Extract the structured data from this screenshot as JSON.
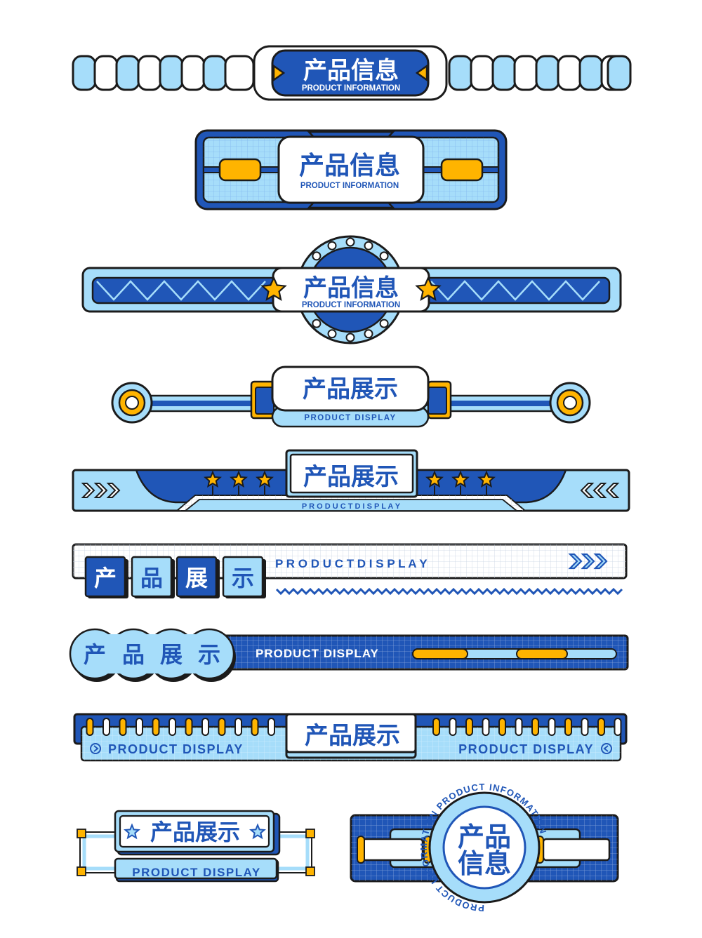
{
  "colors": {
    "dark_blue": "#2056b7",
    "light_blue": "#a6ddfa",
    "pale_blue": "#cfeefc",
    "yellow": "#ffb400",
    "outline": "#1b1b1b",
    "white": "#ffffff"
  },
  "banners": [
    {
      "title": "产品信息",
      "subtitle": "PRODUCT INFORMATION"
    },
    {
      "title": "产品信息",
      "subtitle": "PRODUCT INFORMATION"
    },
    {
      "title": "产品信息",
      "subtitle": "PRODUCT INFORMATION"
    },
    {
      "title": "产品展示",
      "subtitle": "PRODUCT DISPLAY"
    },
    {
      "title": "产品展示",
      "subtitle": "P R O D U C T   D I S P L A Y"
    },
    {
      "chars": [
        "产",
        "品",
        "展",
        "示"
      ],
      "subtitle": "P R O D U C T   D I S P L A Y"
    },
    {
      "chars": [
        "产",
        "品",
        "展",
        "示"
      ],
      "subtitle": "PRODUCT DISPLAY"
    },
    {
      "title": "产品展示",
      "subtitle_left": "PRODUCT DISPLAY",
      "subtitle_right": "PRODUCT DISPLAY"
    },
    {
      "title": "产品展示",
      "subtitle": "PRODUCT DISPLAY"
    },
    {
      "title_line1": "产品",
      "title_line2": "信息",
      "ring_text": "PRODUCT INFORMATION PRODUCT INFORMATION"
    }
  ]
}
